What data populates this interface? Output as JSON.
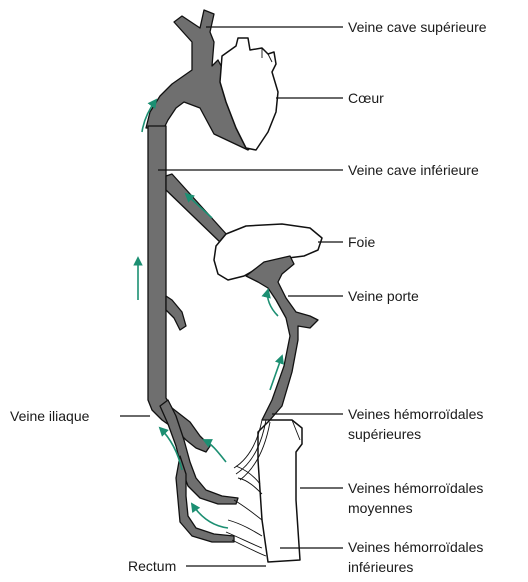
{
  "labels": {
    "svc": "Veine cave supérieure",
    "heart": "Cœur",
    "ivc": "Veine cave inférieure",
    "liver": "Foie",
    "portal": "Veine porte",
    "iliac": "Veine iliaque",
    "sup_hemo_1": "Veines hémorroïdales",
    "sup_hemo_2": "supérieures",
    "mid_hemo_1": "Veines hémorroïdales",
    "mid_hemo_2": "moyennes",
    "inf_hemo_1": "Veines hémorroïdales",
    "inf_hemo_2": "inférieures",
    "rectum": "Rectum"
  },
  "colors": {
    "vein": "#6f6f6f",
    "flow_arrow": "#1c8f72",
    "outline": "#111111"
  }
}
